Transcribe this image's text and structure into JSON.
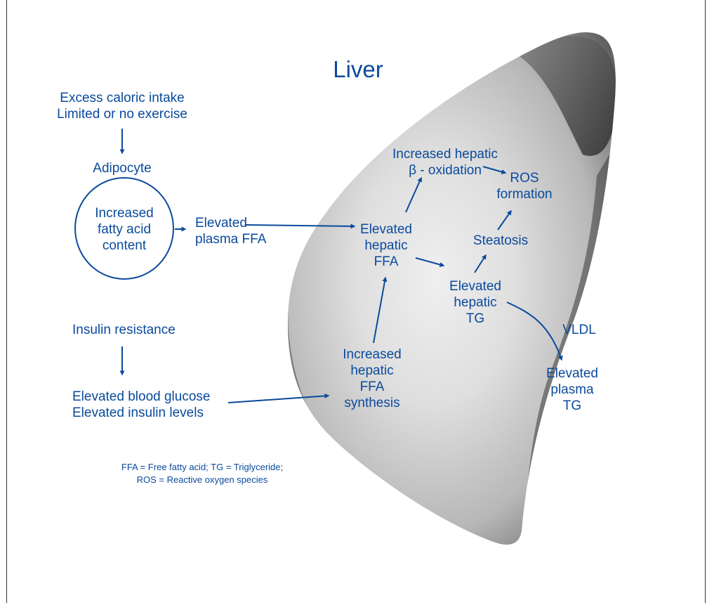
{
  "title": "Liver",
  "colors": {
    "text": "#0a4a9c",
    "arrow": "#0a4a9c",
    "frame": "#333333"
  },
  "nodes": {
    "intake": {
      "line1": "Excess caloric intake",
      "line2": "Limited or no exercise"
    },
    "adipocyte": "Adipocyte",
    "fat_content": {
      "line1": "Increased",
      "line2": "fatty acid",
      "line3": "content"
    },
    "plasma_ffa": {
      "line1": "Elevated",
      "line2": "plasma FFA"
    },
    "insulin_resistance": "Insulin resistance",
    "glucose": {
      "line1": "Elevated blood glucose",
      "line2": "Elevated insulin levels"
    },
    "oxidation": {
      "line1": "Increased hepatic",
      "line2": "β - oxidation"
    },
    "ros": {
      "line1": "ROS",
      "line2": "formation"
    },
    "hepatic_ffa": {
      "line1": "Elevated",
      "line2": "hepatic",
      "line3": "FFA"
    },
    "steatosis": "Steatosis",
    "hepatic_tg": {
      "line1": "Elevated",
      "line2": "hepatic",
      "line3": "TG"
    },
    "vldl": "VLDL",
    "plasma_tg": {
      "line1": "Elevated",
      "line2": "plasma",
      "line3": "TG"
    },
    "synthesis": {
      "line1": "Increased",
      "line2": "hepatic",
      "line3": "FFA",
      "line4": "synthesis"
    }
  },
  "legend": {
    "line1": "FFA = Free fatty acid; TG = Triglyceride;",
    "line2": "ROS = Reactive oxygen species"
  }
}
